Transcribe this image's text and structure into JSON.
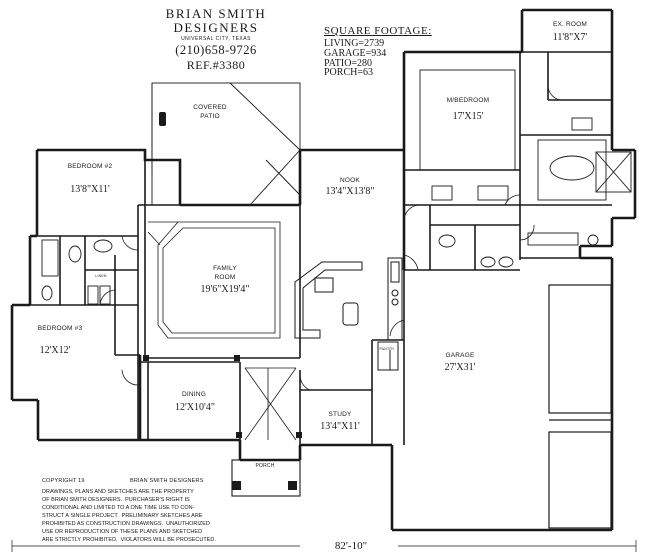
{
  "company": {
    "name_line1": "BRIAN SMITH",
    "name_line2": "DESIGNERS",
    "city": "UNIVERSAL CITY, TEXAS",
    "phone": "(210)658-9726",
    "ref": "REF.#3380"
  },
  "square_footage": {
    "title": "SQUARE FOOTAGE:",
    "lines": [
      "LIVING=2739",
      "GARAGE=934",
      "PATIO=280",
      "PORCH=63"
    ]
  },
  "rooms": {
    "ex_room": {
      "name": "EX. ROOM",
      "dim": "11'8\"X7'"
    },
    "m_bedroom": {
      "name": "M/BEDROOM",
      "dim": "17'X15'"
    },
    "covered_patio": {
      "name_line1": "COVERED",
      "name_line2": "PATIO"
    },
    "bedroom2": {
      "name": "BEDROOM #2",
      "dim": "13'8\"X11'"
    },
    "nook": {
      "name": "NOOK",
      "dim": "13'4\"X13'8\""
    },
    "family_room": {
      "name_line1": "FAMILY",
      "name_line2": "ROOM",
      "dim": "19'6\"X19'4\""
    },
    "bedroom3": {
      "name": "BEDROOM #3",
      "dim": "12'X12'"
    },
    "garage": {
      "name": "GARAGE",
      "dim": "27'X31'"
    },
    "dining": {
      "name": "DINING",
      "dim": "12'X10'4\""
    },
    "study": {
      "name": "STUDY",
      "dim": "13'4\"X11'"
    },
    "porch": {
      "name": "PORCH"
    },
    "pantry": {
      "name": "PANTRY"
    },
    "linen": {
      "name": "LINEN"
    }
  },
  "footer": {
    "copyright_label": "COPYRIGHT 19",
    "copyright_owner": "BRIAN SMITH DESIGNERS",
    "disclaimer": "DRAWINGS, PLANS AND SKETCHES ARE THE PROPERTY\nOF BRIAN SMITH DESIGNERS.  PURCHASER'S RIGHT IS\nCONDITIONAL AND LIMITED TO A ONE TIME USE TO CON-\nSTRUCT A SINGLE PROJECT.  PRELIMINARY SKETCHES ARE\nPROHIBITED AS CONSTRUCTION DRAWINGS.  UNAUTHORIZED\nUSE OR REPRODUCTION OF THESE PLANS AND SKETCHED\nARE STRICTLY PROHIBITED.  VIOLATORS WILL BE PROSECUTED.",
    "overall_width": "82'-10\""
  }
}
